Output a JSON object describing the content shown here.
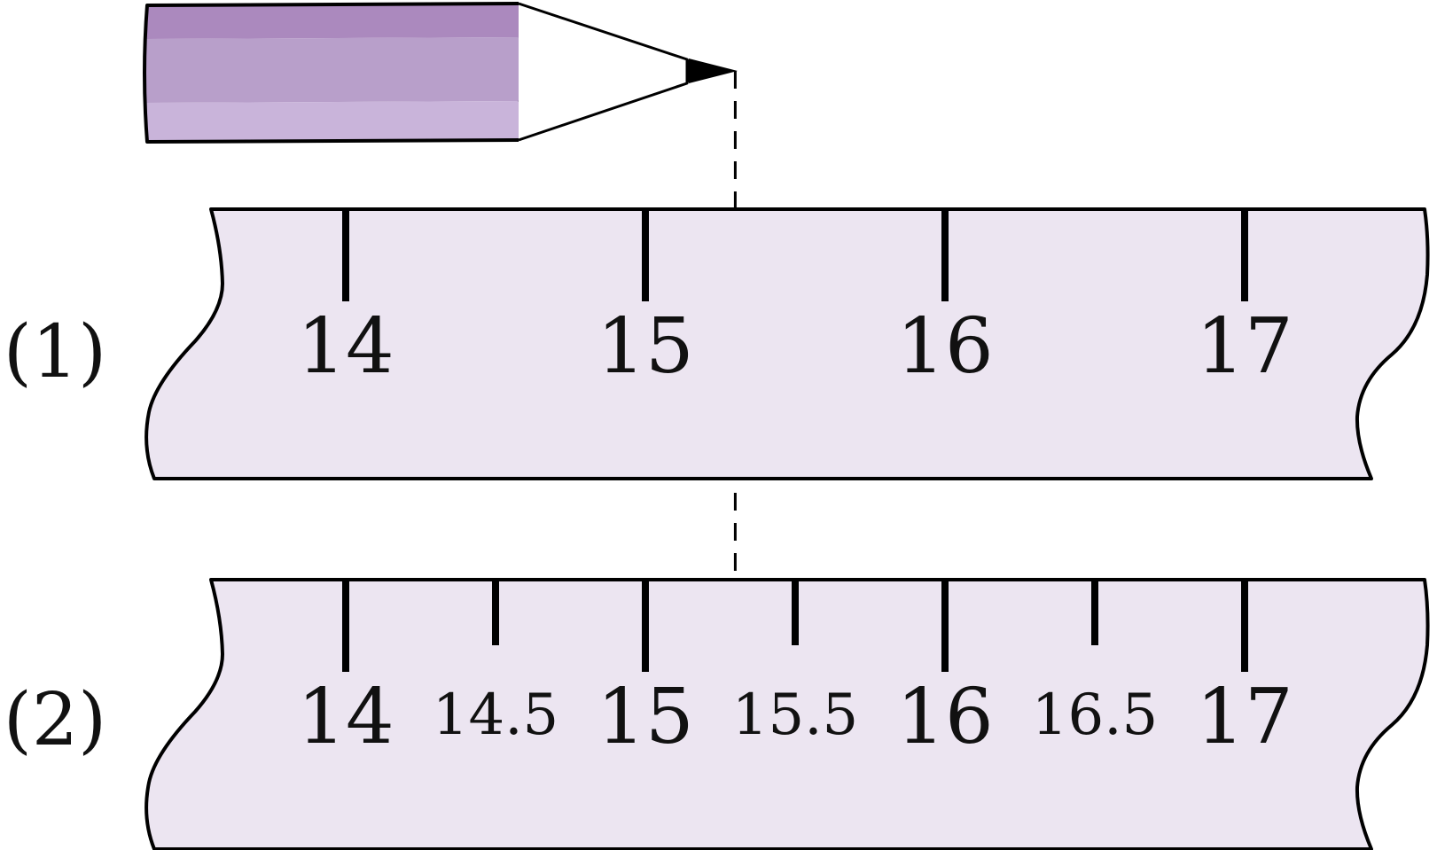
{
  "colors": {
    "ruler_fill": "#ece5f1",
    "pencil_band_top": "#ab89be",
    "pencil_band_mid": "#b89fca",
    "pencil_band_bottom": "#c9b4da",
    "stroke": "#000000"
  },
  "icons": {
    "pencil": "pencil-icon"
  },
  "rulers": [
    {
      "label": "(1)",
      "ticks": [
        {
          "value": 14,
          "text": "14",
          "major": true
        },
        {
          "value": 15,
          "text": "15",
          "major": true
        },
        {
          "value": 16,
          "text": "16",
          "major": true
        },
        {
          "value": 17,
          "text": "17",
          "major": true
        }
      ]
    },
    {
      "label": "(2)",
      "ticks": [
        {
          "value": 14,
          "text": "14",
          "major": true
        },
        {
          "value": 14.5,
          "text": "14.5",
          "major": false
        },
        {
          "value": 15,
          "text": "15",
          "major": true
        },
        {
          "value": 15.5,
          "text": "15.5",
          "major": false
        },
        {
          "value": 16,
          "text": "16",
          "major": true
        },
        {
          "value": 16.5,
          "text": "16.5",
          "major": false
        },
        {
          "value": 17,
          "text": "17",
          "major": true
        }
      ]
    }
  ],
  "pencil_tip_value": 15.3
}
